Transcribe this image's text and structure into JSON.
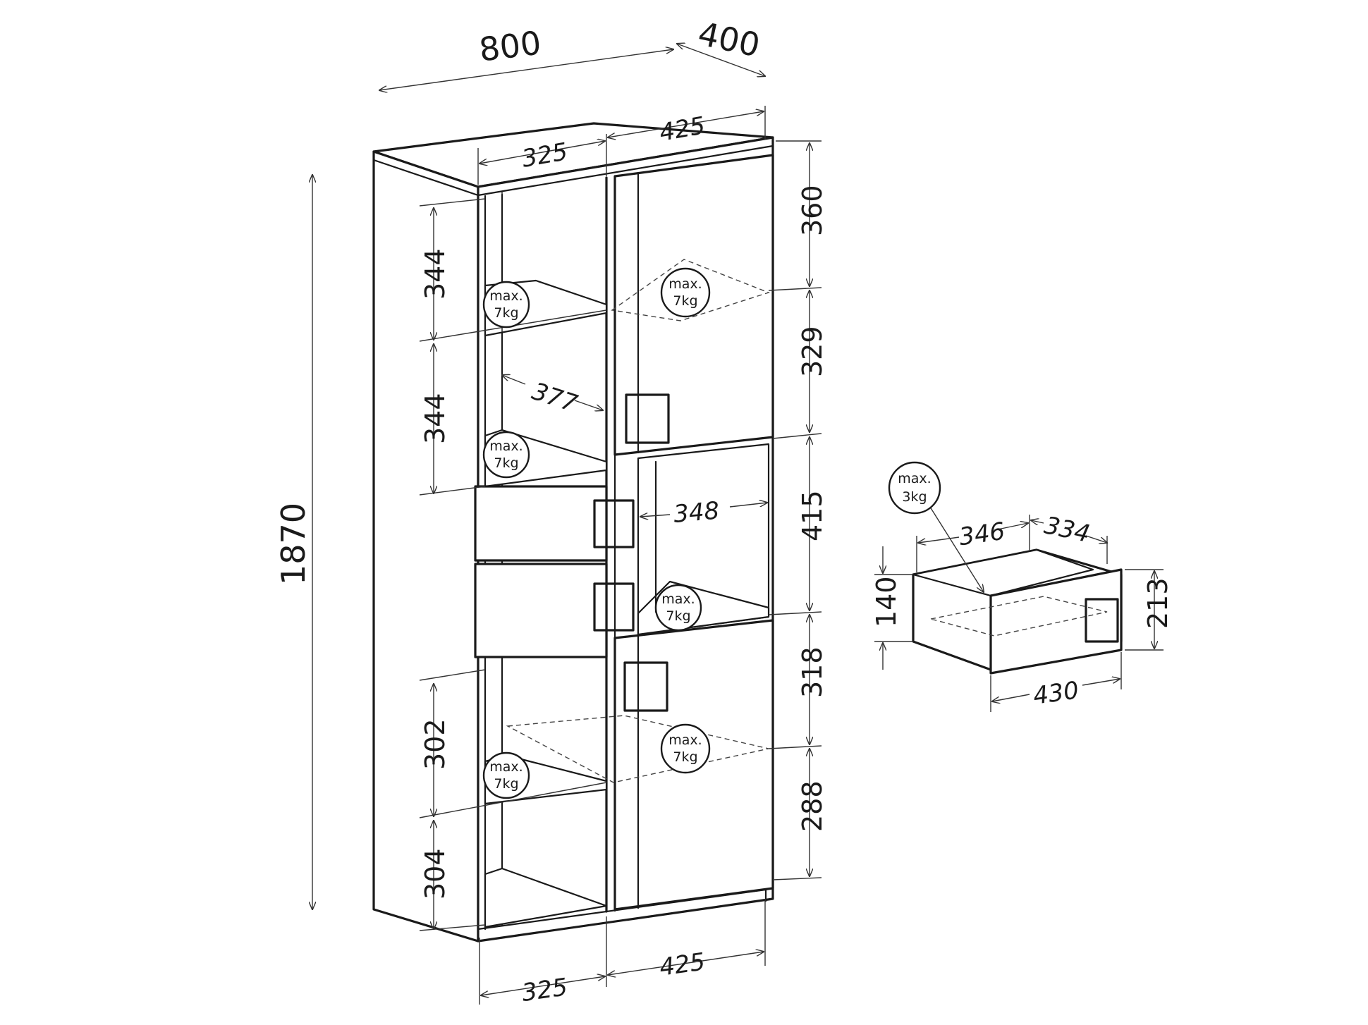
{
  "overall": {
    "width": "800",
    "depth": "400",
    "height": "1870"
  },
  "top_dims": {
    "left": "325",
    "right": "425"
  },
  "bottom_dims": {
    "left": "325",
    "right": "425"
  },
  "left_column_heights": [
    "344",
    "344",
    "302",
    "304"
  ],
  "right_column_heights": [
    "360",
    "329",
    "415",
    "318",
    "288"
  ],
  "inner_dims": {
    "shelf_depth": "377",
    "niche_width": "348"
  },
  "badges": {
    "shelf_load": {
      "line1": "max.",
      "line2": "7kg"
    },
    "drawer_load": {
      "line1": "max.",
      "line2": "3kg"
    }
  },
  "drawer": {
    "inner_width": "346",
    "inner_depth": "334",
    "inner_height": "140",
    "front_height": "213",
    "front_width": "430"
  }
}
